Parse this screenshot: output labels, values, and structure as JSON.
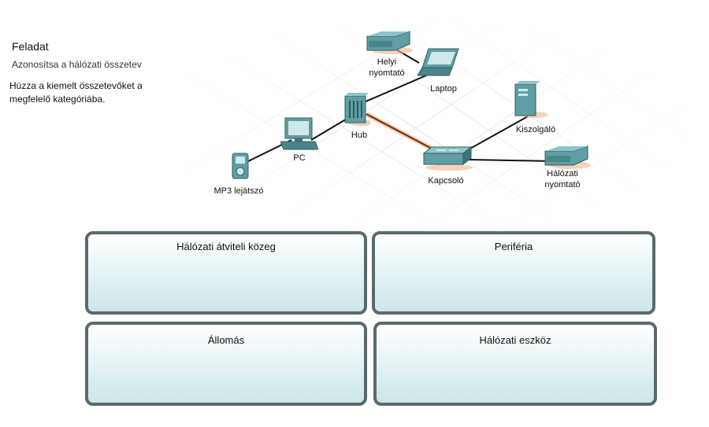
{
  "task": {
    "title": "Feladat",
    "subtitle": "Azonosítsa a hálózati összetevőket.",
    "instruction": "Húzza a kiemelt összetevőket a megfelelő kategóriába."
  },
  "devices": {
    "helyi_nyomtato": "Helyi\nnyomtató",
    "laptop": "Laptop",
    "hub": "Hub",
    "pc": "PC",
    "mp3": "MP3 lejátszó",
    "kiszolgalo": "Kiszolgáló",
    "kapcsolo": "Kapcsoló",
    "halozati_nyomtato": "Hálózati\nnyomtató"
  },
  "categories": {
    "media": "Hálózati átviteli közeg",
    "peripheral": "Periféria",
    "host": "Állomás",
    "device": "Hálózati eszköz"
  },
  "colors": {
    "device_teal": "#5f9ea3",
    "device_dark": "#3d7378",
    "highlight_link": "#e08a4a",
    "zone_border": "#5a6a6c"
  }
}
